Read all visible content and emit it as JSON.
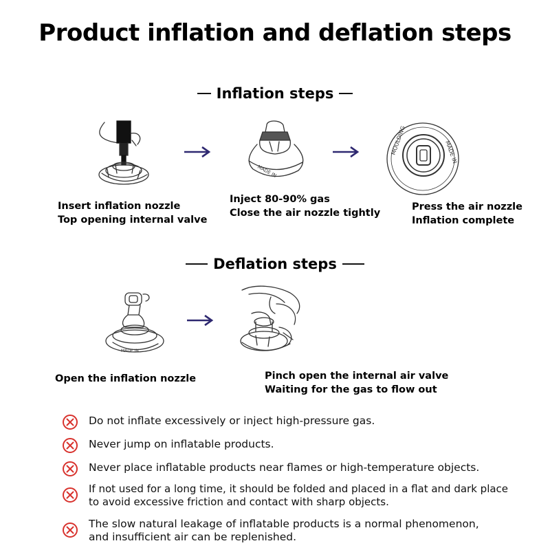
{
  "title": "Product inflation and deflation steps",
  "inflation": {
    "heading": "Inflation steps",
    "steps": [
      {
        "line1": "Insert inflation nozzle",
        "line2": "Top opening internal valve"
      },
      {
        "line1": "Inject 80-90% gas",
        "line2": "Close the air nozzle tightly"
      },
      {
        "line1": "Press the air nozzle",
        "line2": "Inflation complete"
      }
    ]
  },
  "deflation": {
    "heading": "Deflation steps",
    "steps": [
      {
        "line1": "Open the inflation nozzle",
        "line2": ""
      },
      {
        "line1": "Pinch open the internal air valve",
        "line2": "Waiting for the gas to flow out"
      }
    ]
  },
  "warnings": [
    {
      "line1": "Do not inflate excessively or inject high-pressure gas.",
      "line2": ""
    },
    {
      "line1": "Never jump on inflatable products.",
      "line2": ""
    },
    {
      "line1": "Never place inflatable products near flames or high-temperature objects.",
      "line2": ""
    },
    {
      "line1": "If not used for a long time, it should be folded and placed in a flat and dark place",
      "line2": "to avoid excessive friction and contact with sharp objects."
    },
    {
      "line1": "The slow natural leakage of inflatable products is a normal phenomenon,",
      "line2": "and insufficient air can be replenished."
    }
  ],
  "colors": {
    "arrow": "#2e2870",
    "warning_icon": "#d8312c",
    "sketch": "#333333"
  },
  "icons": {
    "warning": "circle-x-icon",
    "arrow": "arrow-right-icon"
  }
}
